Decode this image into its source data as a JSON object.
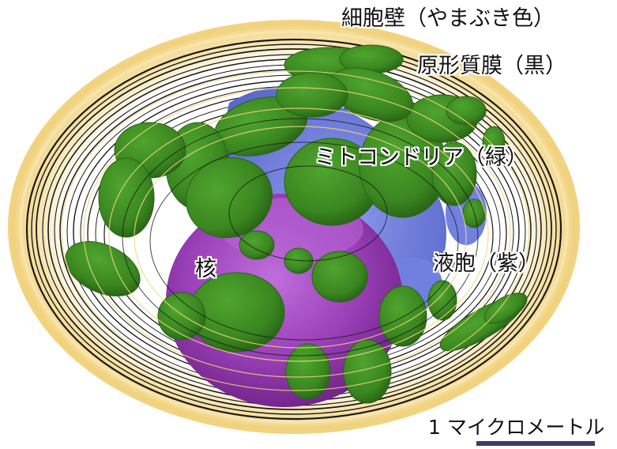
{
  "labels": {
    "cell_wall": "細胞壁（やまぶき色）",
    "plasma_membrane": "原形質膜（黒）",
    "mitochondria": "ミトコンドリア（緑）",
    "vacuole": "液胞（紫）",
    "nucleus": "核",
    "scale": "1 マイクロメートル"
  },
  "colors": {
    "cell_wall": "#f3d78c",
    "plasma_membrane": "#111111",
    "mitochondria": "#3d8a22",
    "mitochondria_dark": "#2a6416",
    "vacuole": "#6f7fe0",
    "nucleus": "#a14bbf",
    "scale_bar": "#3c3c6c"
  }
}
